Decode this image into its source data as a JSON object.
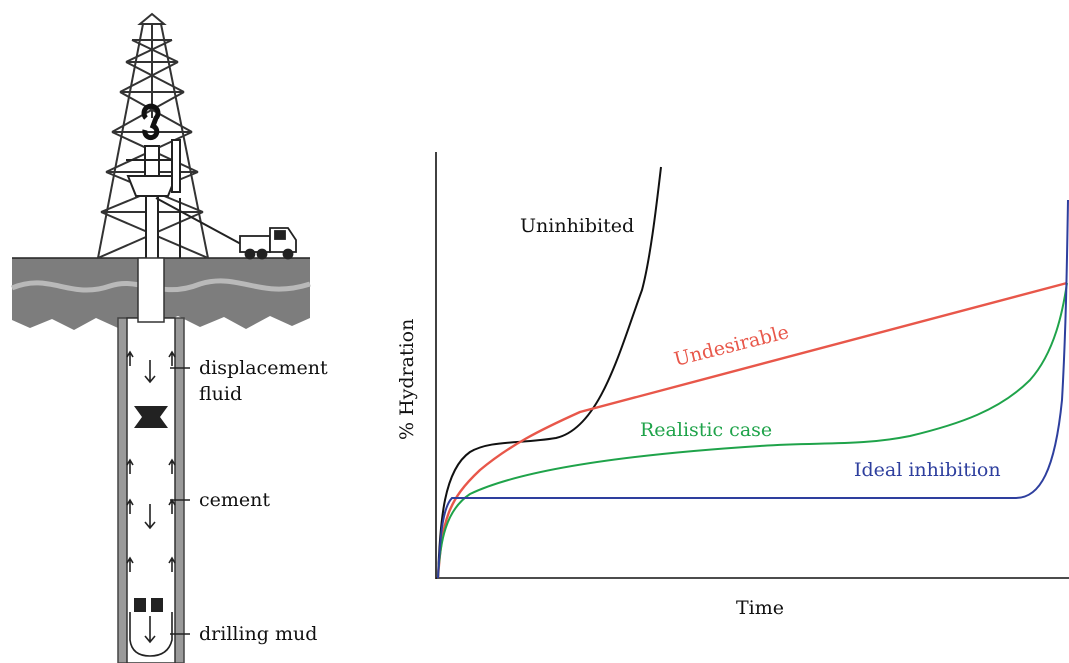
{
  "well_diagram": {
    "labels": {
      "displacement_fluid_line1": "displacement",
      "displacement_fluid_line2": "fluid",
      "cement": "cement",
      "drilling_mud": "drilling mud"
    },
    "colors": {
      "ground": "#7d7d7d",
      "casing": "#9a9a9a",
      "structure": "#333333"
    }
  },
  "chart_data": {
    "type": "line",
    "xlabel": "Time",
    "ylabel": "% Hydration",
    "series": [
      {
        "name": "Uninhibited",
        "color": "#111111"
      },
      {
        "name": "Undesirable",
        "color": "#e8574a"
      },
      {
        "name": "Realistic case",
        "color": "#1fa34a"
      },
      {
        "name": "Ideal inhibition",
        "color": "#2e3f9e"
      }
    ]
  }
}
